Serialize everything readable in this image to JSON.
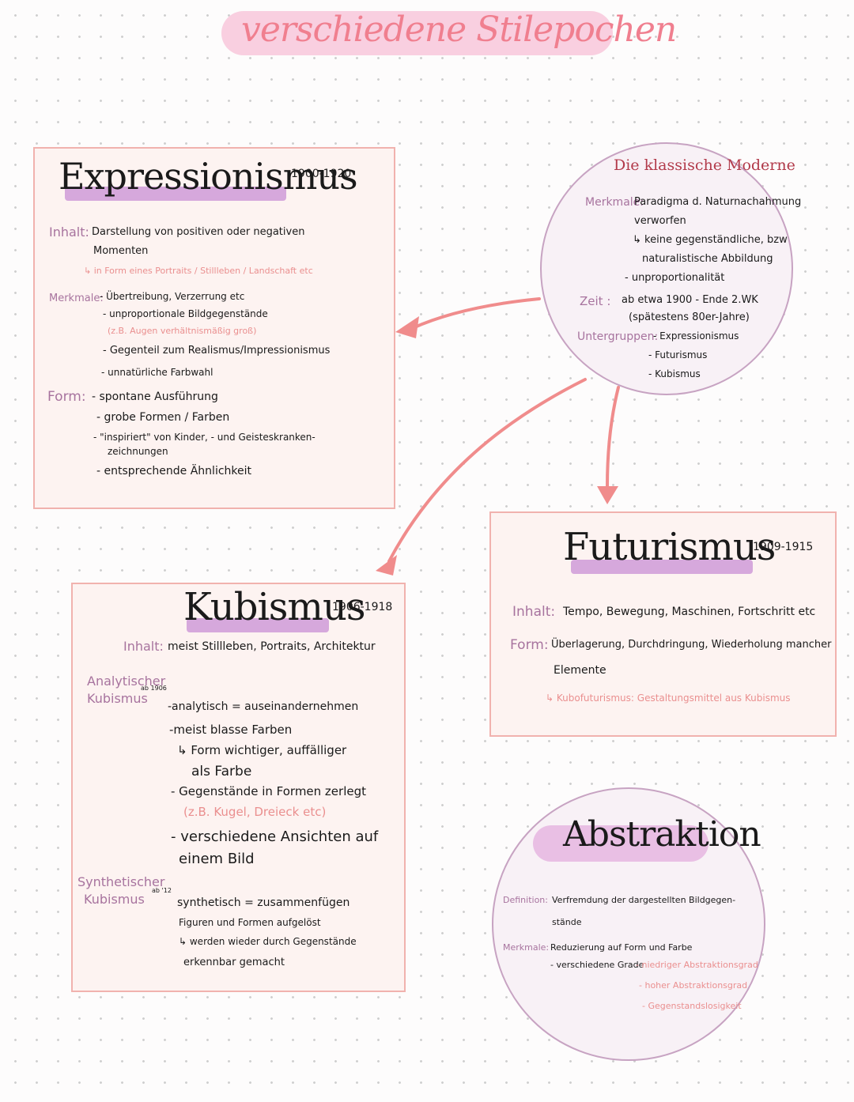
{
  "title": "verschiedene Stilepochen",
  "colors": {
    "box_border": "#f1b2ae",
    "box_bg": "#fdf3f1",
    "circle_border": "#c7a3c2",
    "accent_purple": "#c490c8",
    "label_purple": "#a7739e",
    "arrow_pink": "#f08c8c",
    "note_pink": "#ea8f8f"
  },
  "moderne": {
    "heading": "Die klassische Moderne",
    "merkmale_label": "Merkmale:",
    "merkmale": [
      "Paradigma d. Naturnachahmung",
      "verworfen",
      "↳ keine gegenständliche, bzw",
      "naturalistische Abbildung",
      "- unproportionalität"
    ],
    "zeit_label": "Zeit :",
    "zeit": [
      "ab etwa 1900 - Ende 2.WK",
      "(spätestens 80er-Jahre)"
    ],
    "unter_label": "Untergruppen:",
    "unter": [
      "- Expressionismus",
      "- Futurismus",
      "- Kubismus"
    ]
  },
  "expressionismus": {
    "title": "Expressionismus",
    "years": "1900-1920",
    "inhalt_label": "Inhalt:",
    "inhalt": [
      "Darstellung von positiven oder negativen",
      "Momenten"
    ],
    "inhalt_note": "↳ in Form eines Portraits / Stillleben / Landschaft etc",
    "merkmale_label": "Merkmale:",
    "merkmale": [
      "- Übertreibung, Verzerrung etc",
      "- unproportionale Bildgegenstände"
    ],
    "merkmale_note": "(z.B. Augen verhältnismäßig groß)",
    "merkmale2": [
      "- Gegenteil zum Realismus/Impressionismus",
      "- unnatürliche Farbwahl"
    ],
    "form_label": "Form:",
    "form": [
      "- spontane Ausführung",
      "- grobe Formen / Farben",
      "- \"inspiriert\" von Kinder, - und Geisteskranken-",
      "zeichnungen",
      "- entsprechende Ähnlichkeit"
    ]
  },
  "futurismus": {
    "title": "Futurismus",
    "years": "1909-1915",
    "inhalt_label": "Inhalt:",
    "inhalt": "Tempo, Bewegung, Maschinen, Fortschritt etc",
    "form_label": "Form:",
    "form": [
      "Überlagerung, Durchdringung, Wiederholung mancher",
      "Elemente"
    ],
    "note": "↳ Kubofuturismus: Gestaltungsmittel aus Kubismus"
  },
  "kubismus": {
    "title": "Kubismus",
    "years": "1906-1918",
    "inhalt_label": "Inhalt:",
    "inhalt": "meist Stillleben, Portraits, Architektur",
    "analytisch_label": [
      "Analytischer",
      "Kubismus"
    ],
    "analytisch_since": "ab 1906",
    "analytisch": [
      "-analytisch = auseinandernehmen",
      "-meist blasse Farben",
      "↳ Form wichtiger, auffälliger",
      "als Farbe",
      "- Gegenstände in Formen zerlegt"
    ],
    "analytisch_note": "(z.B. Kugel, Dreieck etc)",
    "analytisch2": [
      "- verschiedene Ansichten auf",
      "einem Bild"
    ],
    "synthetisch_label": [
      "Synthetischer",
      "Kubismus"
    ],
    "synthetisch_since": "ab '12",
    "synthetisch": [
      "synthetisch = zusammenfügen",
      "Figuren und Formen aufgelöst",
      "↳ werden wieder durch Gegenstände",
      "erkennbar gemacht"
    ]
  },
  "abstraktion": {
    "title": "Abstraktion",
    "definition_label": "Definition:",
    "definition": [
      "Verfremdung der dargestellten Bildgegen-",
      "stände"
    ],
    "merkmale_label": "Merkmale:",
    "merkmale": [
      "Reduzierung auf Form und Farbe",
      "- verschiedene Grade"
    ],
    "grade": [
      "- niedriger Abstraktionsgrad",
      "- hoher Abstraktionsgrad",
      "- Gegenstandslosigkeit"
    ]
  }
}
